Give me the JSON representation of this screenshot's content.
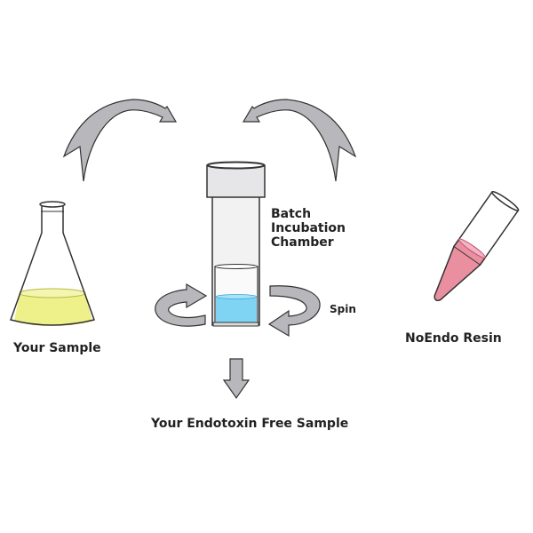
{
  "labels": {
    "sample": "Your Sample",
    "chamber": [
      "Batch",
      "Incubation",
      "Chamber"
    ],
    "spin": "Spin",
    "resin": "NoEndo Resin",
    "result": "Your Endotoxin Free Sample"
  },
  "colors": {
    "arrow": "#b8b8bc",
    "sample_liquid": "#eef08a",
    "chamber_liquid": "#7fd3f3",
    "resin_liquid": "#e98fa0",
    "outline": "#333333"
  }
}
